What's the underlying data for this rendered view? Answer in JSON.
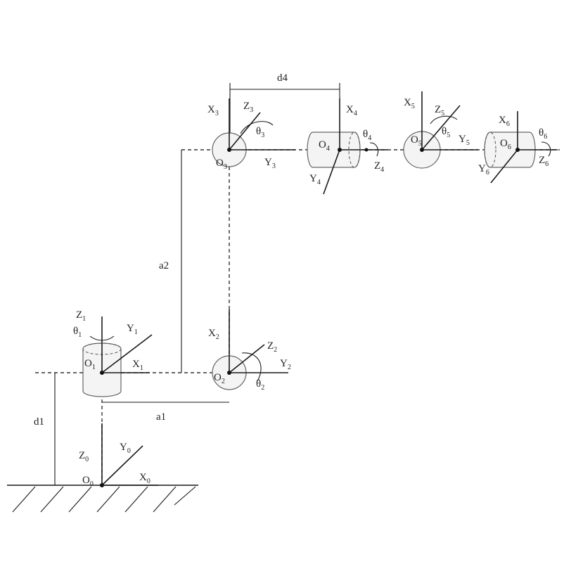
{
  "dimensions": {
    "d4": "d4",
    "a2": "a2",
    "a1": "a1",
    "d1": "d1"
  },
  "frames": [
    {
      "origin": "O",
      "index": "0",
      "x": "X",
      "y": "Y",
      "z": "Z"
    },
    {
      "origin": "O",
      "index": "1",
      "x": "X",
      "y": "Y",
      "z": "Z",
      "theta": "θ"
    },
    {
      "origin": "O",
      "index": "2",
      "x": "X",
      "y": "Y",
      "z": "Z",
      "theta": "θ"
    },
    {
      "origin": "O",
      "index": "3",
      "x": "X",
      "y": "Y",
      "z": "Z",
      "theta": "θ"
    },
    {
      "origin": "O",
      "index": "4",
      "x": "X",
      "y": "Y",
      "z": "Z",
      "theta": "θ"
    },
    {
      "origin": "O",
      "index": "5",
      "x": "X",
      "y": "Y",
      "z": "Z",
      "theta": "θ"
    },
    {
      "origin": "O",
      "index": "6",
      "x": "X",
      "y": "Y",
      "z": "Z",
      "theta": "θ"
    }
  ]
}
